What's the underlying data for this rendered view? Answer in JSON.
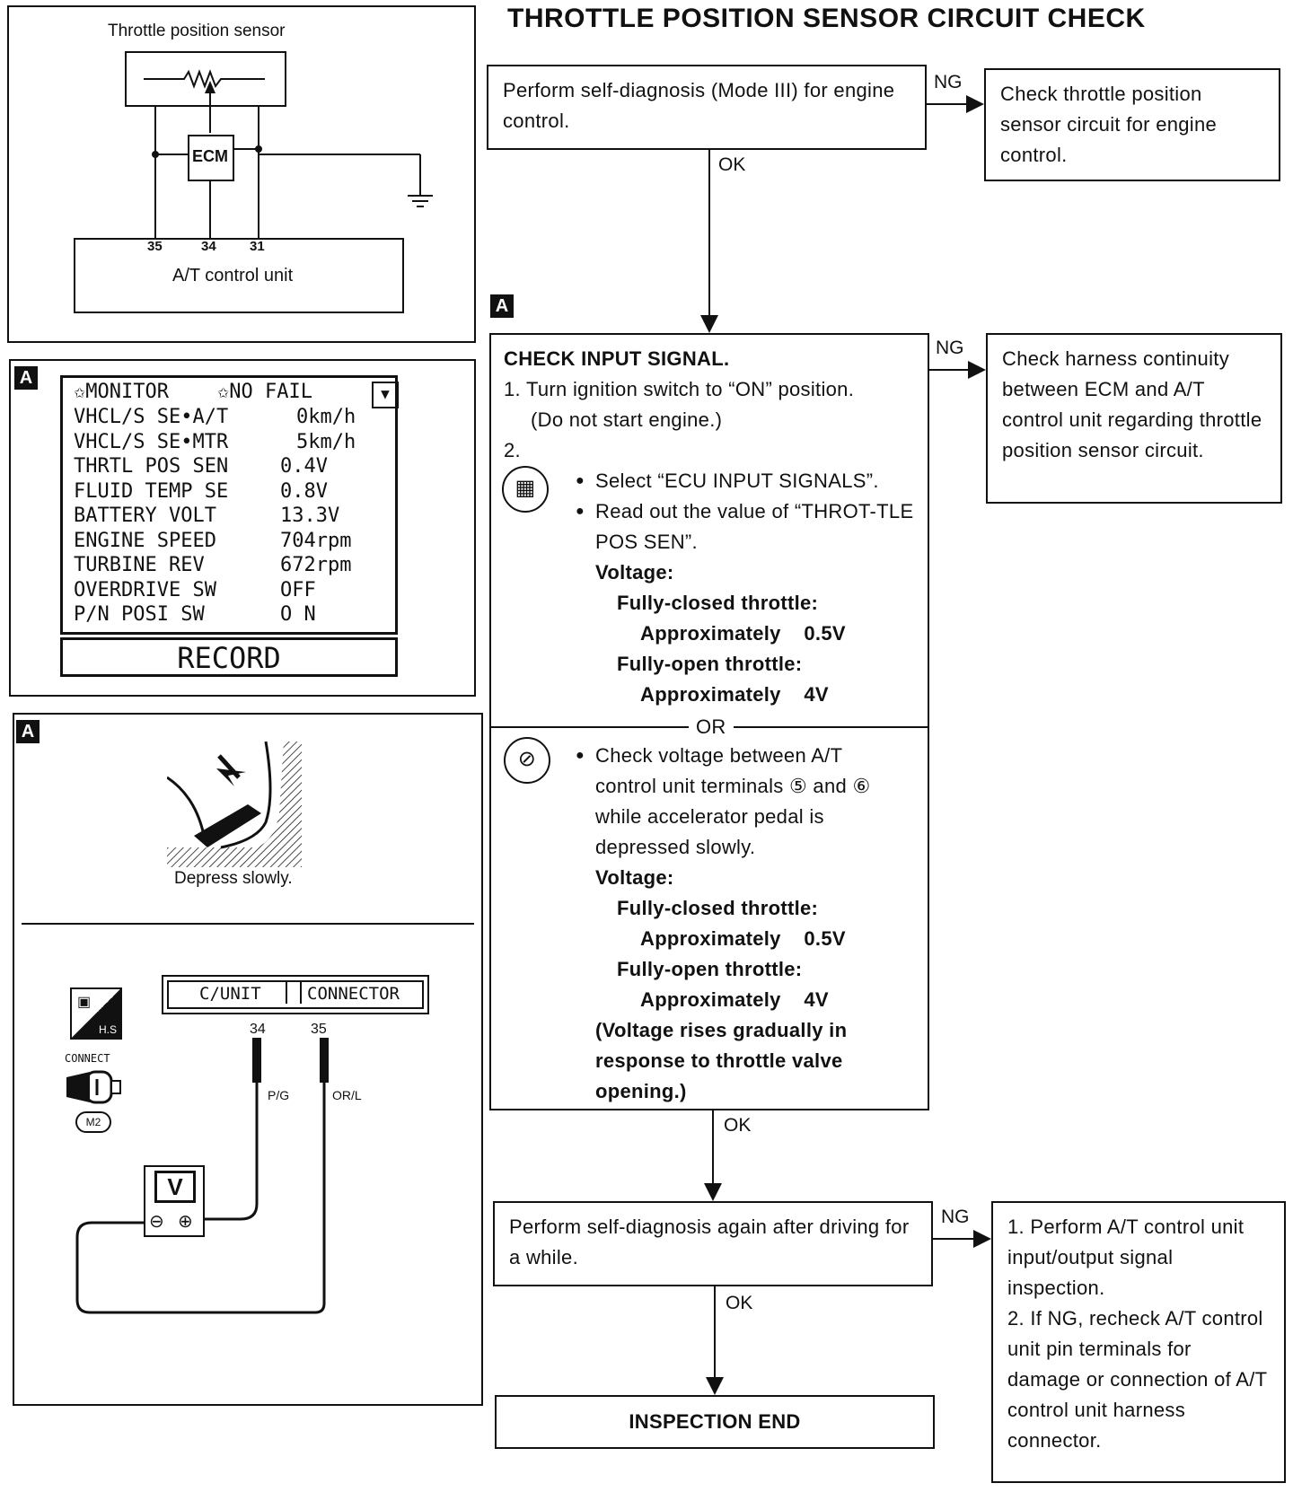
{
  "title": "THROTTLE POSITION SENSOR CIRCUIT CHECK",
  "wiring": {
    "sensor_label": "Throttle position sensor",
    "ecm_label": "ECM",
    "control_unit_label": "A/T control unit",
    "pins": [
      "35",
      "34",
      "31"
    ]
  },
  "section_tag": "A",
  "monitor": {
    "header_left": "✩MONITOR",
    "header_right": "✩NO FAIL",
    "rows": [
      {
        "name": "VHCL/S SE•A/T",
        "value": "0km/h"
      },
      {
        "name": "VHCL/S SE•MTR",
        "value": "5km/h"
      },
      {
        "name": "THRTL POS SEN",
        "value": "0.4V"
      },
      {
        "name": "FLUID TEMP SE",
        "value": "0.8V"
      },
      {
        "name": "BATTERY VOLT",
        "value": "13.3V"
      },
      {
        "name": "ENGINE SPEED",
        "value": "704rpm"
      },
      {
        "name": "TURBINE REV",
        "value": "672rpm"
      },
      {
        "name": "OVERDRIVE SW",
        "value": "OFF"
      },
      {
        "name": "P/N POSI SW",
        "value": "O N"
      }
    ],
    "record_button": "RECORD"
  },
  "pedal": {
    "caption": "Depress slowly."
  },
  "connector": {
    "left_label": "C/UNIT",
    "right_label": "CONNECTOR",
    "pin_a": "34",
    "pin_b": "35",
    "wire_a": "P/G",
    "wire_b": "OR/L",
    "connect_label": "CONNECT",
    "badge_label": "H.S",
    "connector_code": "M2",
    "meter_label": "V",
    "minus": "⊖",
    "plus": "⊕"
  },
  "flow": {
    "step1": "Perform self-diagnosis (Mode III) for engine control.",
    "step1_ng": "Check throttle position sensor circuit for engine control.",
    "check_title": "CHECK INPUT SIGNAL.",
    "check_item1": "1. Turn ignition switch to “ON” position.",
    "check_item1b": "(Do not start engine.)",
    "check_item2": "2.",
    "bullet1": "Select “ECU INPUT SIGNALS”.",
    "bullet2": "Read out the value of “THROT-TLE POS SEN”.",
    "voltage_label": "Voltage:",
    "closed_label": "Fully-closed throttle:",
    "closed_value": "Approximately    0.5V",
    "open_label": "Fully-open throttle:",
    "open_value": "Approximately    4V",
    "or_label": "OR",
    "alt_bullet": "Check voltage between A/T control unit terminals ⑤ and ⑥ while accelerator pedal is depressed slowly.",
    "alt_voltage_label": "Voltage:",
    "alt_closed_label": "Fully-closed throttle:",
    "alt_closed_value": "Approximately    0.5V",
    "alt_open_label": "Fully-open throttle:",
    "alt_open_value": "Approximately    4V",
    "alt_note": "(Voltage rises gradually in response to throttle valve opening.)",
    "check_ng": "Check harness continuity between ECM and A/T control unit regarding throttle position sensor circuit.",
    "step3": "Perform self-diagnosis again after driving for a while.",
    "step3_ng_1": "1. Perform A/T control unit input/output signal inspection.",
    "step3_ng_2": "2. If NG, recheck A/T control unit pin terminals for damage or connection of A/T control unit harness connector.",
    "end": "INSPECTION END",
    "ok": "OK",
    "ng": "NG"
  }
}
